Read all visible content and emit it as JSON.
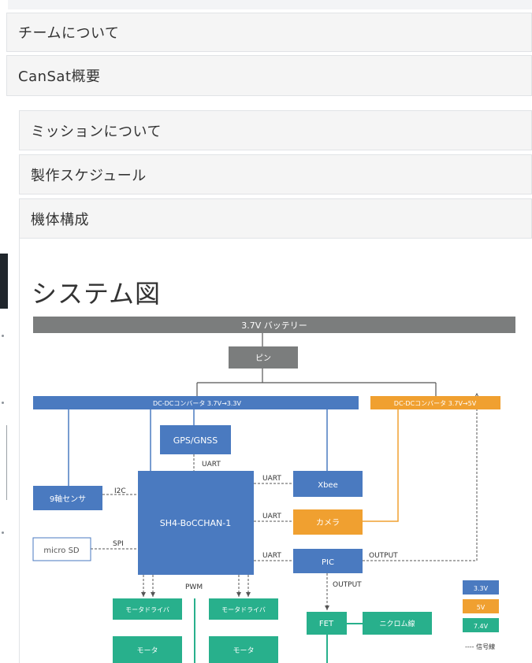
{
  "accordion": {
    "items": [
      {
        "label": "チームについて"
      },
      {
        "label": "CanSat概要"
      }
    ],
    "sub_items": [
      {
        "label": "ミッションについて"
      },
      {
        "label": "製作スケジュール"
      },
      {
        "label": "機体構成"
      }
    ]
  },
  "content": {
    "heading": "システム図"
  },
  "diagram": {
    "battery": "3.7V バッテリー",
    "pin": "ピン",
    "dcdc_33": "DC-DCコンバータ 3.7V→3.3V",
    "dcdc_5": "DC-DCコンバータ 3.7V→5V",
    "gps": "GPS/GNSS",
    "nine_axis": "9軸センサ",
    "micro_sd": "micro SD",
    "main_board": "SH4-BoCCHAN-1",
    "xbee": "Xbee",
    "camera": "カメラ",
    "pic": "PIC",
    "motor_driver_1": "モータドライバ",
    "motor_driver_2": "モータドライバ",
    "motor_1": "モータ",
    "motor_2": "モータ",
    "fet": "FET",
    "nichrome": "ニクロム線",
    "labels": {
      "uart_gps": "UART",
      "uart_xbee": "UART",
      "uart_camera": "UART",
      "uart_pic": "UART",
      "i2c": "I2C",
      "spi": "SPI",
      "pwm": "PWM",
      "output_pic": "OUTPUT",
      "output_fet": "OUTPUT"
    },
    "legend": {
      "v33": "3.3V",
      "v5": "5V",
      "v74": "7.4V",
      "signal": "---- 信号線"
    },
    "colors": {
      "gray": "#7b7d7d",
      "blue": "#4a7ac0",
      "orange": "#f0a030",
      "teal": "#28b08c"
    }
  }
}
